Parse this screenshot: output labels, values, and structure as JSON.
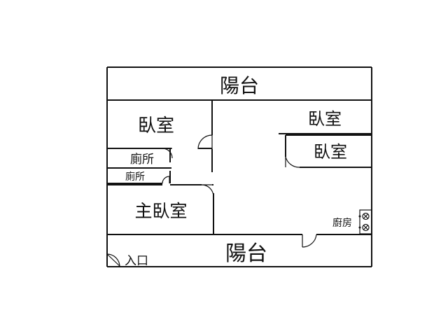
{
  "floor_plan": {
    "rooms": {
      "balcony_top": "陽台",
      "bedroom_top_left": "臥室",
      "bedroom_top_right": "臥室",
      "bedroom_middle_right": "臥室",
      "bathroom_upper": "廁所",
      "bathroom_lower": "廁所",
      "master_bedroom": "主臥室",
      "kitchen": "廚房",
      "balcony_bottom": "陽台",
      "entrance": "入口"
    },
    "colors": {
      "wall": "#111111",
      "background": "#ffffff"
    }
  }
}
